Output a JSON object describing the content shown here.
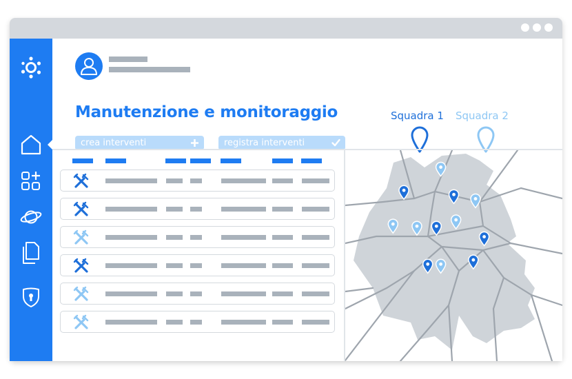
{
  "header": {
    "title": "Manutenzione e monitoraggio",
    "actions": [
      {
        "label": "crea interventi",
        "icon": "plus-icon"
      },
      {
        "label": "registra interventi",
        "icon": "check-icon"
      }
    ]
  },
  "teams": [
    {
      "label": "Squadra 1",
      "color": "#1e6fd9",
      "active": true
    },
    {
      "label": "Squadra 2",
      "color": "#8ec7f4",
      "active": false
    }
  ],
  "sidebar": {
    "items": [
      {
        "icon": "logo-icon"
      },
      {
        "icon": "home-icon",
        "active": true
      },
      {
        "icon": "apps-add-icon"
      },
      {
        "icon": "planet-icon"
      },
      {
        "icon": "documents-icon"
      },
      {
        "icon": "shield-lock-icon"
      }
    ]
  },
  "table": {
    "rows": [
      {
        "tool_icon": "tools-icon",
        "status": "dark"
      },
      {
        "tool_icon": "tools-icon",
        "status": "dark"
      },
      {
        "tool_icon": "tools-icon",
        "status": "light"
      },
      {
        "tool_icon": "tools-icon",
        "status": "dark"
      },
      {
        "tool_icon": "tools-icon",
        "status": "light"
      },
      {
        "tool_icon": "tools-icon",
        "status": "light"
      }
    ]
  },
  "map": {
    "pins": [
      {
        "team": 2,
        "lon": 0.44,
        "lat": 0.09
      },
      {
        "team": 1,
        "lon": 0.27,
        "lat": 0.2
      },
      {
        "team": 1,
        "lon": 0.5,
        "lat": 0.22
      },
      {
        "team": 2,
        "lon": 0.6,
        "lat": 0.24
      },
      {
        "team": 2,
        "lon": 0.22,
        "lat": 0.36
      },
      {
        "team": 2,
        "lon": 0.33,
        "lat": 0.37
      },
      {
        "team": 1,
        "lon": 0.42,
        "lat": 0.37
      },
      {
        "team": 2,
        "lon": 0.51,
        "lat": 0.34
      },
      {
        "team": 1,
        "lon": 0.64,
        "lat": 0.42
      },
      {
        "team": 1,
        "lon": 0.38,
        "lat": 0.55
      },
      {
        "team": 2,
        "lon": 0.44,
        "lat": 0.55
      },
      {
        "team": 1,
        "lon": 0.59,
        "lat": 0.53
      }
    ]
  },
  "colors": {
    "accent": "#1e7cf2",
    "team1": "#1e6fd9",
    "team2": "#8ec7f4",
    "pill_bg": "#b9dbfb",
    "placeholder": "#a9b2bb",
    "map_area": "#cfd4d9",
    "map_road": "#9ea5ad"
  }
}
